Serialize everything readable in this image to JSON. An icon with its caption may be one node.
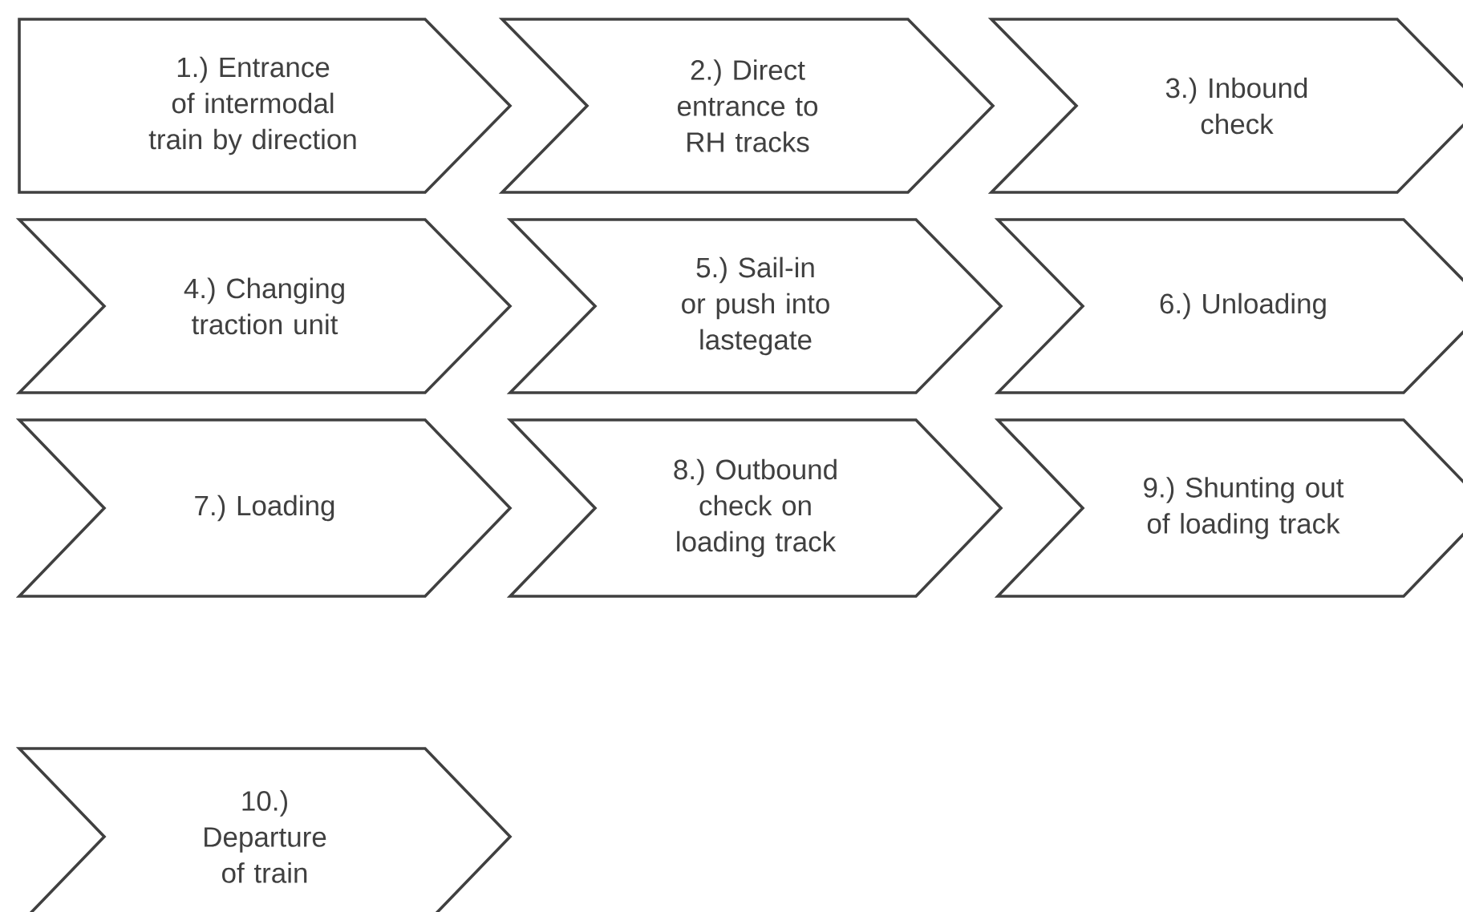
{
  "diagram": {
    "nodes": [
      {
        "text": [
          "1.) Entrance of intermodal train by direction"
        ]
      },
      {
        "text": [
          "2.) Direct entrance to RH tracks"
        ]
      },
      {
        "text": [
          "3.) Inbound check"
        ]
      },
      {
        "text": [
          "4.) Changing traction unit"
        ]
      },
      {
        "text": [
          "5.) Sail-in or push into lastegate"
        ]
      },
      {
        "text": [
          "6.) Unloading"
        ]
      },
      {
        "text": [
          "7.) Loading"
        ]
      },
      {
        "text": [
          "8.) Outbound check on loading track"
        ]
      },
      {
        "text": [
          "9.) Shunting out of loading track"
        ]
      },
      {
        "text": [
          "10.) Departure of train"
        ]
      }
    ]
  }
}
